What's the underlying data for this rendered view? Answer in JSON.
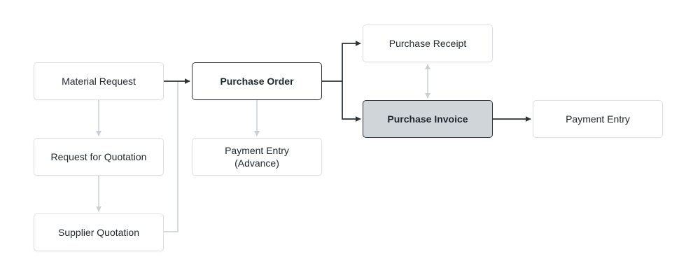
{
  "nodes": {
    "material_request": "Material Request",
    "request_for_quotation": "Request for Quotation",
    "supplier_quotation": "Supplier Quotation",
    "purchase_order": "Purchase Order",
    "payment_entry_advance": "Payment Entry\n(Advance)",
    "purchase_receipt": "Purchase Receipt",
    "purchase_invoice": "Purchase Invoice",
    "payment_entry": "Payment Entry"
  },
  "colors": {
    "primary_edge": "#2d3338",
    "secondary_edge": "#c9cfd5",
    "node_border": "#dde1e5",
    "highlight_fill": "#d0d5da"
  }
}
